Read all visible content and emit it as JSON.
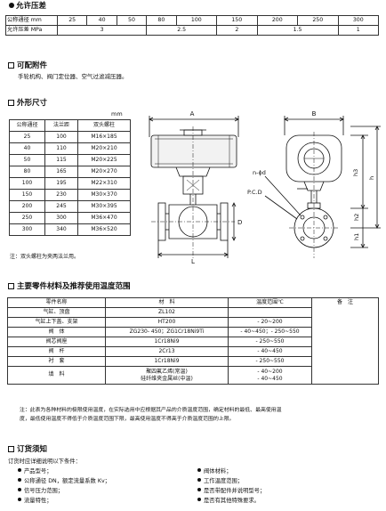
{
  "pressure": {
    "title": "允许压差",
    "row1_label": "公称通径 mm",
    "row1": [
      "25",
      "40",
      "50",
      "80",
      "100",
      "150",
      "200",
      "250",
      "300"
    ],
    "row2_label": "允许压差 MPa",
    "row2": [
      "3",
      "2.5",
      "2",
      "1.5",
      "1"
    ]
  },
  "accessories": {
    "title": "可配附件",
    "text": "手轮机构、阀门定位器、空气过滤减压器。"
  },
  "dimensions": {
    "title": "外形尺寸",
    "unit": "mm",
    "headers": [
      "公称通径",
      "法兰距",
      "双头螺柱"
    ],
    "rows": [
      [
        "25",
        "100",
        "M16×185"
      ],
      [
        "40",
        "110",
        "M20×210"
      ],
      [
        "50",
        "115",
        "M20×225"
      ],
      [
        "80",
        "165",
        "M20×270"
      ],
      [
        "100",
        "195",
        "M22×310"
      ],
      [
        "150",
        "230",
        "M30×370"
      ],
      [
        "200",
        "245",
        "M30×395"
      ],
      [
        "250",
        "300",
        "M36×470"
      ],
      [
        "300",
        "340",
        "M36×520"
      ]
    ],
    "note": "注：双头螺柱为夹两法兰用。"
  },
  "drawing": {
    "label_a": "A",
    "label_b": "B",
    "label_l": "L",
    "label_d": "D",
    "label_nd": "n-ϕd",
    "label_pcd": "P.C.D",
    "label_h1": "h1",
    "label_h2": "h2",
    "label_h3": "h3",
    "label_h": "h"
  },
  "materials": {
    "title": "主要零件材料及推荐使用温度范围",
    "headers": [
      "零件名称",
      "材　料",
      "温度范围℃",
      "备　注"
    ],
    "rows": [
      {
        "name": "气缸、顶盘",
        "material": "ZL102",
        "temp": ""
      },
      {
        "name": "气缸上下盖、支架",
        "material": "HT200",
        "temp": "- 20~200"
      },
      {
        "name": "阀　体",
        "material": "ZG230- 450；ZG1Cr18Ni9Ti",
        "temp": "- 40~450；- 250~550"
      },
      {
        "name": "阀芯阀座",
        "material": "1Cr18Ni9",
        "temp": "- 250~550"
      },
      {
        "name": "阀　杆",
        "material": "2Cr13",
        "temp": "- 40~450"
      },
      {
        "name": "衬　套",
        "material": "1Cr18Ni9",
        "temp": "- 250~550"
      }
    ],
    "filler": {
      "name": "填　料",
      "material1": "聚四氟乙烯(常温)",
      "material2": "硅纤维夹金属丝(中温)",
      "temp1": "- 40~200",
      "temp2": "- 40~450"
    },
    "note1": "注：此表为各种材料的极限使用温度，在实际选用中应根据其产品的介质温度范围，确定材料的最低、最高使用温",
    "note2": "度，最低使用温度不得低于介质温度范围下限，最高使用温度不得高于介质温度范围的上限。"
  },
  "ordering": {
    "title": "订货须知",
    "intro": "订货时应详细说明以下条件：",
    "left": [
      "产品型号；",
      "公称通径 DN，额定流量系数 Kv；",
      "信号压力范围；",
      "流量特性；"
    ],
    "right": [
      "阀体材料；",
      "工作温度范围；",
      "是否带配件并说明型号；",
      "是否有其他特殊要求。"
    ]
  }
}
